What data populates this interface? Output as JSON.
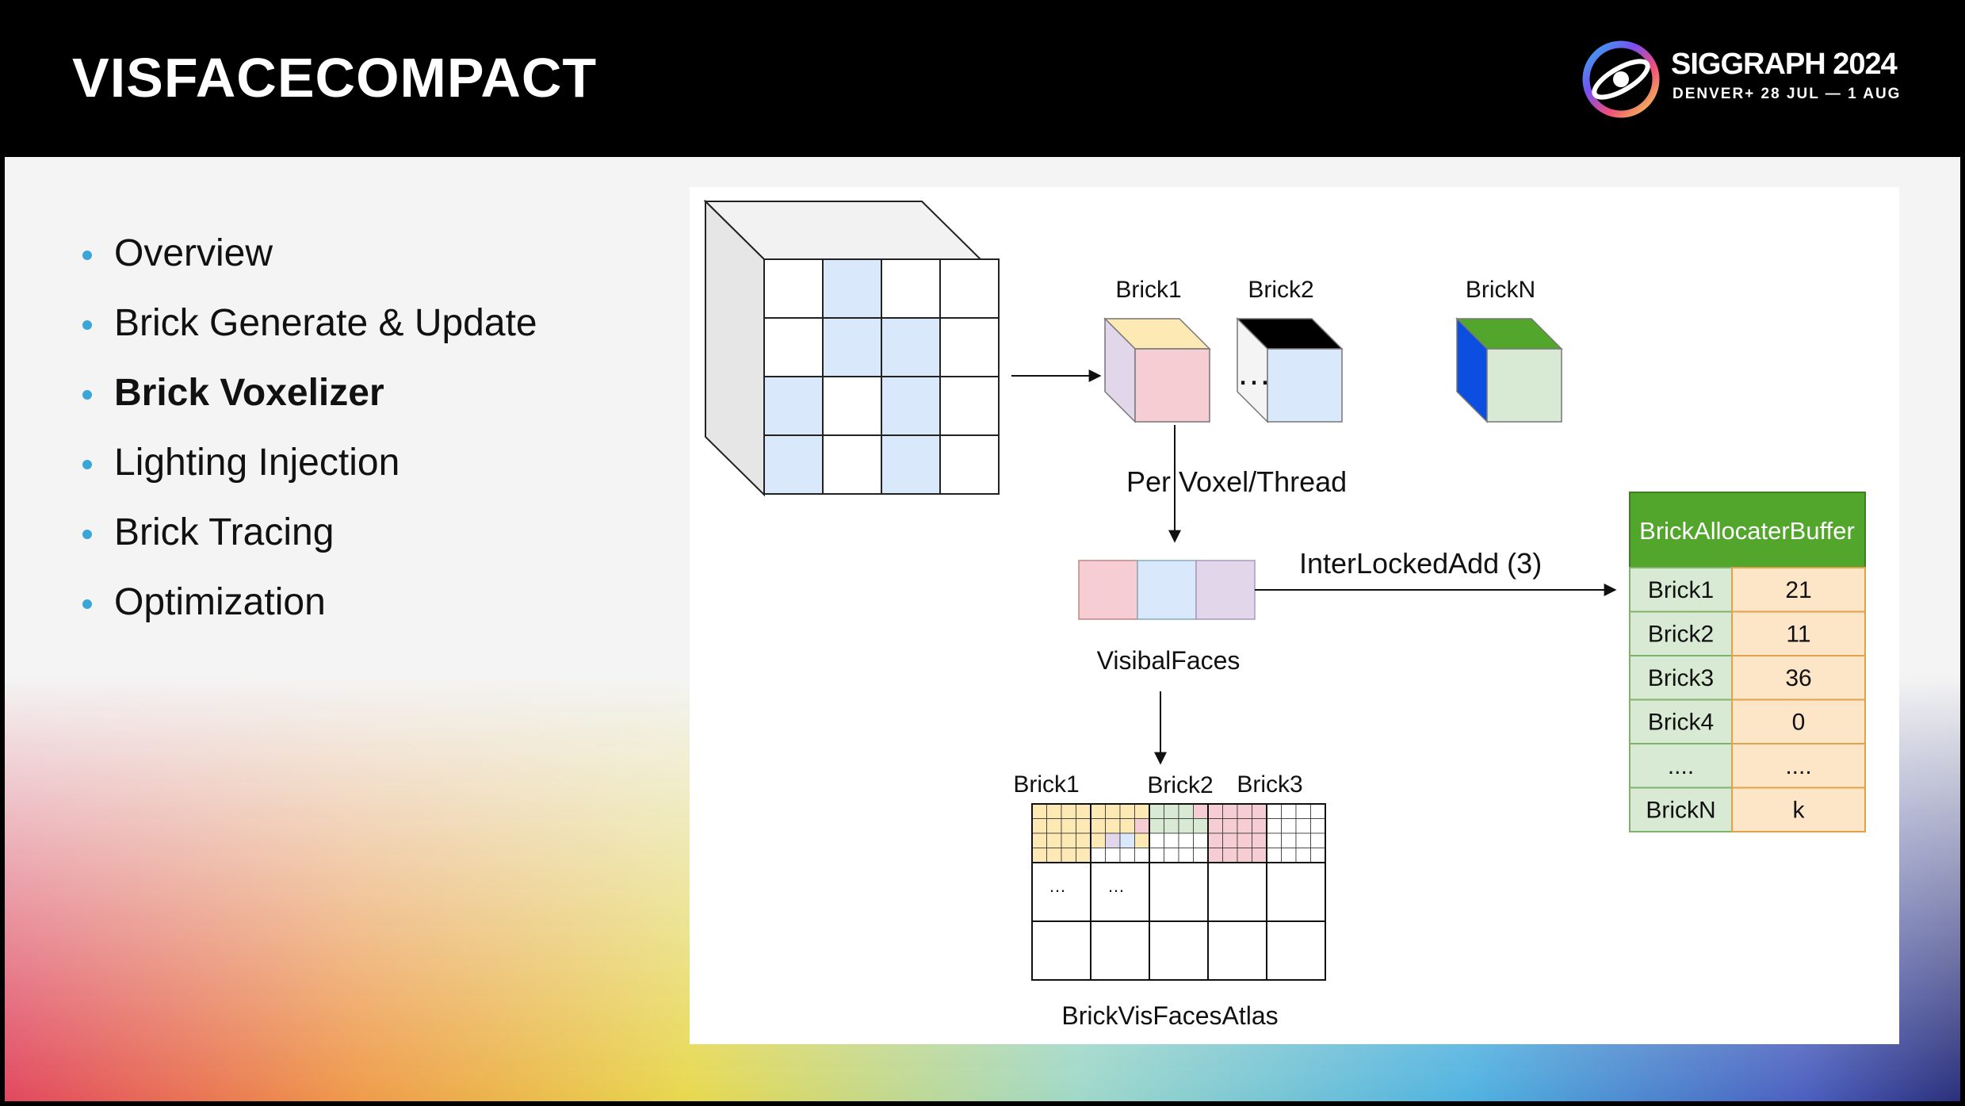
{
  "header": {
    "title": "VISFACECOMPACT",
    "logo": {
      "name": "SIGGRAPH 2024",
      "tagline": "DENVER+ 28 JUL — 1 AUG",
      "icon": "siggraph-swirl-logo"
    }
  },
  "sidebar": {
    "items": [
      {
        "label": "Overview",
        "active": false
      },
      {
        "label": "Brick Generate & Update",
        "active": false
      },
      {
        "label": "Brick Voxelizer",
        "active": true
      },
      {
        "label": "Lighting Injection",
        "active": false
      },
      {
        "label": "Brick Tracing",
        "active": false
      },
      {
        "label": "Optimization",
        "active": false
      }
    ]
  },
  "diagram": {
    "bricks": [
      {
        "label": "Brick1",
        "top_color": "#fde9b3",
        "side_color": "#e2d6eb",
        "front_color": "#f6cdd2"
      },
      {
        "label": "Brick2",
        "top_color": "#000000",
        "side_color": "#f4f4f4",
        "front_color": "#dae8fb"
      },
      {
        "label": "BrickN",
        "top_color": "#52a62b",
        "side_color": "#0b4ee0",
        "front_color": "#d8ead3"
      }
    ],
    "ellipsis": "…",
    "per_voxel_label": "Per Voxel/Thread",
    "interlocked_label": "InterLockedAdd  (3)",
    "visible_faces_label": "VisibalFaces",
    "atlas": {
      "labels": [
        "Brick1",
        "Brick2",
        "Brick3"
      ],
      "cell_ellipsis": "…",
      "caption": "BrickVisFacesAtlas"
    },
    "buffer": {
      "title": "BrickAllocaterBuffer",
      "rows": [
        {
          "name": "Brick1",
          "value": "21"
        },
        {
          "name": "Brick2",
          "value": "11"
        },
        {
          "name": "Brick3",
          "value": "36"
        },
        {
          "name": "Brick4",
          "value": "0"
        },
        {
          "name": "....",
          "value": "...."
        },
        {
          "name": "BrickN",
          "value": "k"
        }
      ]
    },
    "colors": {
      "blue": "#dae8fb",
      "pink": "#f6cdd2",
      "purple": "#e2d6eb",
      "yellow": "#fde9b3",
      "green": "#d8ead3",
      "buffer_title_bg": "#52a62b",
      "buffer_name_bg": "#d8ead3",
      "buffer_value_bg": "#fde5c8",
      "bullet": "#3aa6d8"
    }
  }
}
